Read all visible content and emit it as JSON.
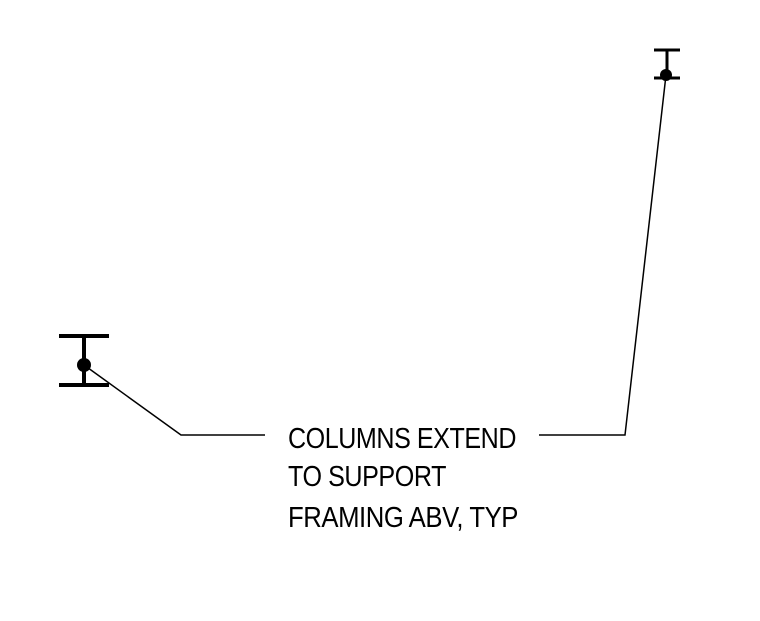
{
  "note": {
    "lines": [
      "COLUMNS EXTEND",
      "TO SUPPORT",
      "FRAMING ABV, TYP"
    ]
  },
  "symbols": {
    "column_icon": "steel-column-i-section",
    "ink_color": "#000000"
  }
}
